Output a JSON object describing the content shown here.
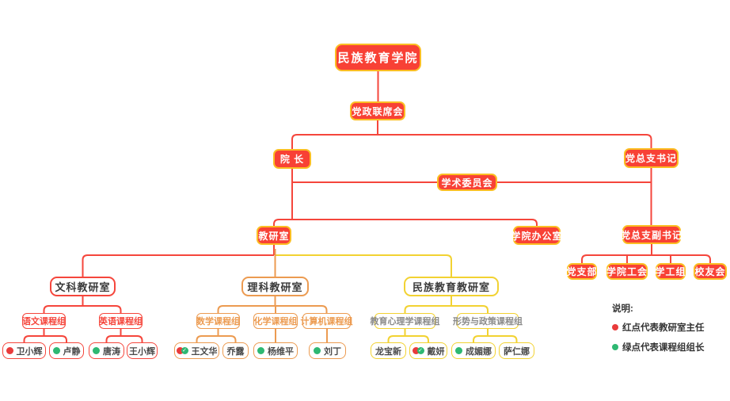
{
  "colors": {
    "node_fill_red": "#F84135",
    "node_border_gold": "#FBBE23",
    "branch_red": "#F5463C",
    "branch_orange": "#EC9B51",
    "branch_yellow": "#F2D232",
    "dot_red": "#E93B3B",
    "dot_green": "#2EB872"
  },
  "nodes": {
    "root": "民族教育学院",
    "joint_meeting": "党政联席会",
    "dean": "院 长",
    "party_secretary": "党总支书记",
    "academic_committee": "学术委员会",
    "teaching_research_office": "教研室",
    "college_office": "学院办公室",
    "deputy_party_secretary": "党总支副书记",
    "party_branch": "党支部",
    "college_union": "学院工会",
    "student_work_group": "学工组",
    "alumni_association": "校友会",
    "liberal_arts_office": "文科教研室",
    "science_office": "理科教研室",
    "ethnic_education_office": "民族教育教研室",
    "chinese_group": "语文课程组",
    "english_group": "英语课程组",
    "math_group": "数学课程组",
    "chemistry_group": "化学课程组",
    "computer_group": "计算机课程组",
    "edu_psychology_group": "教育心理学课程组",
    "policy_group": "形势与政策课程组"
  },
  "people": {
    "wei_xiaohui": {
      "name": "卫小辉",
      "dots": [
        "red-dot"
      ]
    },
    "lu_jing": {
      "name": "卢静",
      "dots": [
        "green-dot"
      ]
    },
    "tang_tao": {
      "name": "唐涛",
      "dots": [
        "green-dot"
      ]
    },
    "wang_xiaohui": {
      "name": "王小辉",
      "dots": []
    },
    "wang_wenhua": {
      "name": "王文华",
      "dots": [
        "red-dot",
        "green-check-dot"
      ]
    },
    "qiao_lu": {
      "name": "乔露",
      "dots": []
    },
    "yang_weiping": {
      "name": "杨维平",
      "dots": [
        "green-dot"
      ]
    },
    "liu_ding": {
      "name": "刘丁",
      "dots": [
        "green-dot"
      ]
    },
    "long_baoxin": {
      "name": "龙宝新",
      "dots": []
    },
    "dai_yan": {
      "name": "戴妍",
      "dots": [
        "red-dot",
        "green-check-dot"
      ]
    },
    "cheng_meina": {
      "name": "成媚娜",
      "dots": [
        "green-dot"
      ]
    },
    "sa_renna": {
      "name": "萨仁娜",
      "dots": []
    }
  },
  "legend": {
    "title": "说明:",
    "items": [
      {
        "label": "红点代表教研室主任",
        "color": "#E93B3B"
      },
      {
        "label": "绿点代表课程组组长",
        "color": "#2EB872"
      }
    ]
  }
}
